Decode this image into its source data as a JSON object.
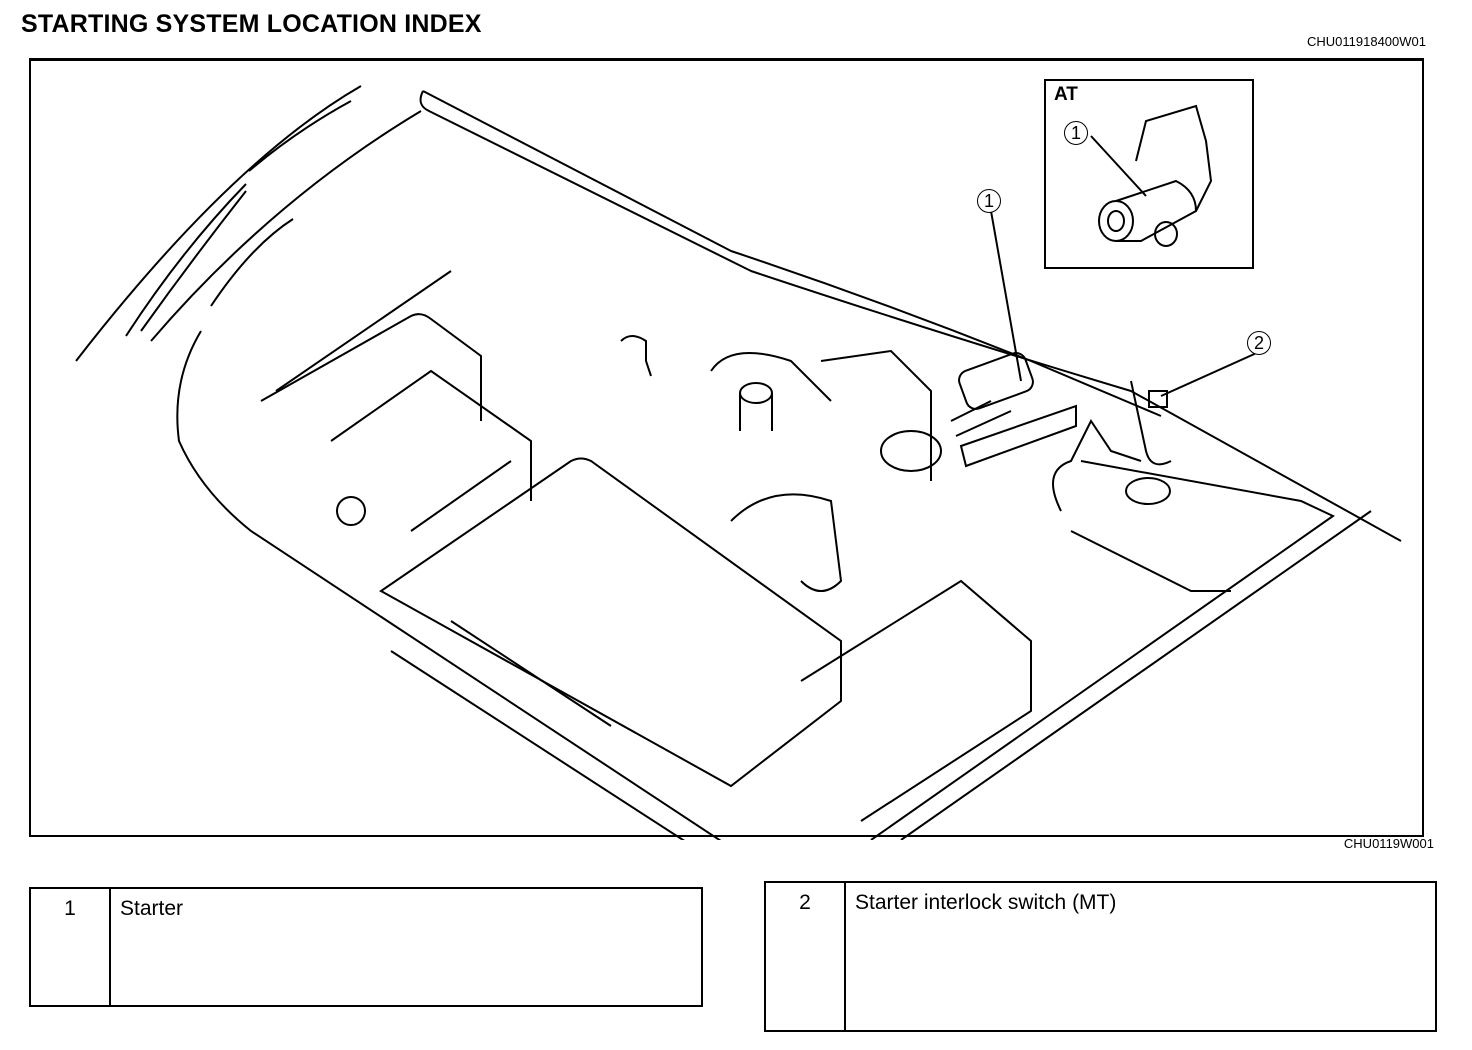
{
  "header": {
    "title": "STARTING SYSTEM LOCATION INDEX",
    "doc_code": "CHU011918400W01"
  },
  "figure": {
    "figure_code": "CHU0119W001",
    "inset": {
      "label": "AT",
      "callout": "1"
    },
    "callouts": [
      "1",
      "2"
    ]
  },
  "legend": [
    {
      "number": "1",
      "description": "Starter"
    },
    {
      "number": "2",
      "description": "Starter interlock switch (MT)"
    }
  ]
}
